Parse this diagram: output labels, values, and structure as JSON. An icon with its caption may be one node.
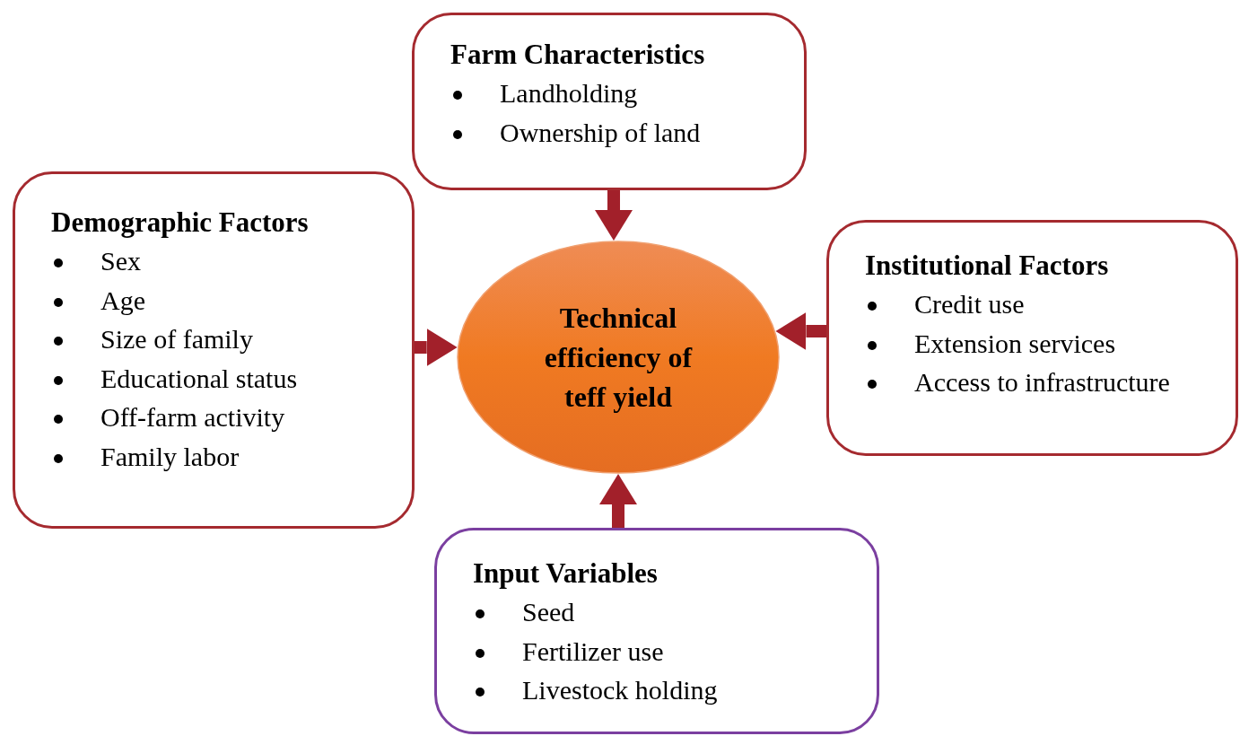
{
  "diagram": {
    "nodes": [
      {
        "text": [
          "Farm Characteristics",
          "Landholding",
          "Ownership of land"
        ]
      },
      {
        "text": [
          "Demographic Factors",
          "Sex",
          "Age",
          "Size of family",
          "Educational status",
          "Off-farm activity",
          "Family labor"
        ]
      },
      {
        "text": [
          "Technical efficiency of teff yield"
        ]
      },
      {
        "text": [
          "Institutional Factors",
          "Credit use",
          "Extension services",
          "Access to infrastructure"
        ]
      },
      {
        "text": [
          "Input Variables",
          "Seed",
          "Fertilizer use",
          "Livestock holding"
        ]
      }
    ],
    "edges": [
      {
        "from": 0,
        "to": 2,
        "arrow": "to"
      },
      {
        "from": 1,
        "to": 2,
        "arrow": "to"
      },
      {
        "from": 3,
        "to": 2,
        "arrow": "to"
      },
      {
        "from": 4,
        "to": 2,
        "arrow": "to"
      }
    ]
  }
}
